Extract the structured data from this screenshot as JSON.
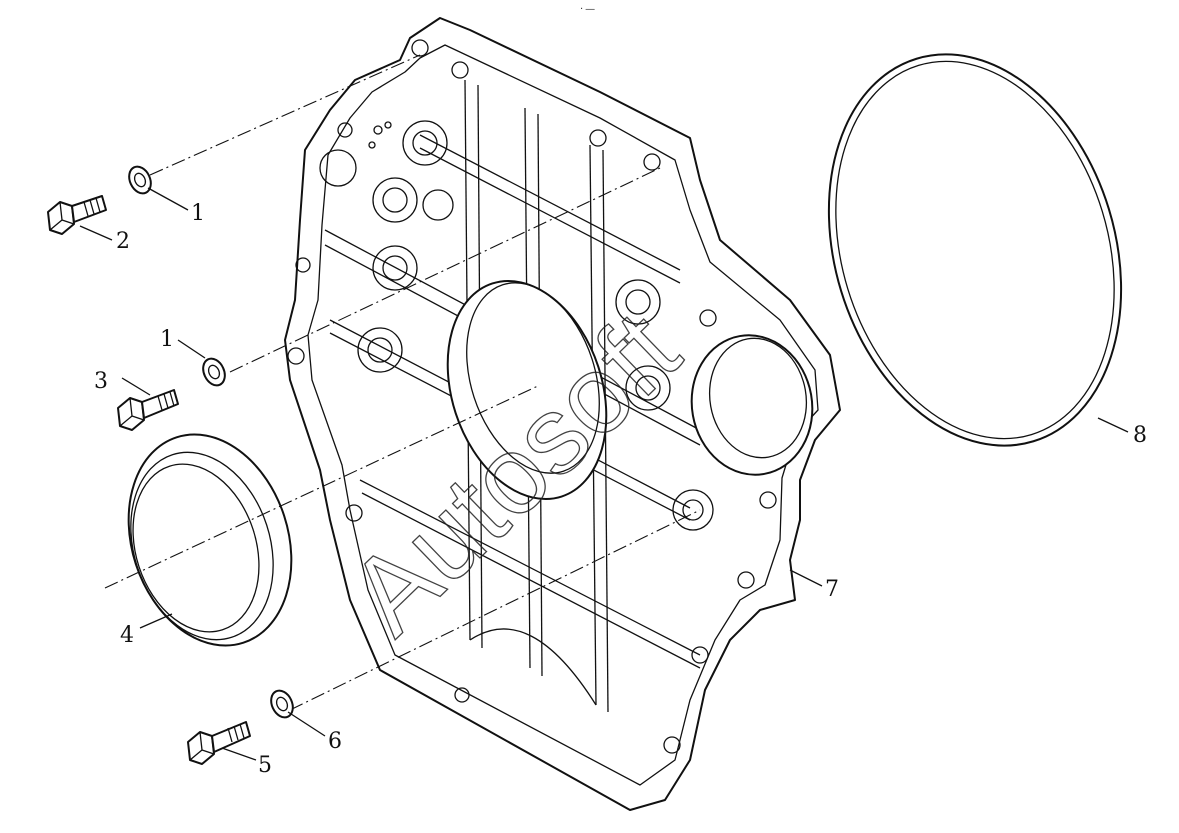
{
  "top_mark": "· —",
  "watermark": "Autosoft",
  "callouts": [
    {
      "id": "c1a",
      "label": "1"
    },
    {
      "id": "c2",
      "label": "2"
    },
    {
      "id": "c1b",
      "label": "1"
    },
    {
      "id": "c3",
      "label": "3"
    },
    {
      "id": "c4",
      "label": "4"
    },
    {
      "id": "c5",
      "label": "5"
    },
    {
      "id": "c6",
      "label": "6"
    },
    {
      "id": "c7",
      "label": "7"
    },
    {
      "id": "c8",
      "label": "8"
    }
  ]
}
